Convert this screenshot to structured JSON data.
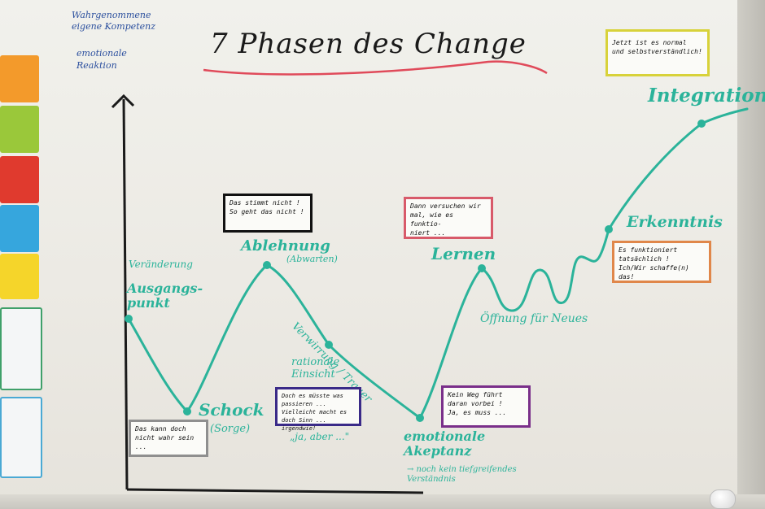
{
  "board": {
    "title": "7 Phasen des Change",
    "y_axis_top": "Wahrgenommene\neigene Kompetenz",
    "y_axis_bottom": "emotionale\nReaktion"
  },
  "phases": [
    {
      "id": "ausgang",
      "label": "Ausgangs-\npunkt",
      "sublabel": "Veränderung"
    },
    {
      "id": "schock",
      "label": "Schock",
      "sublabel": "(Sorge)"
    },
    {
      "id": "ablehnung",
      "label": "Ablehnung",
      "sublabel": "(Abwarten)"
    },
    {
      "id": "einsicht",
      "label": "rationale\nEinsicht",
      "sublabel": "„ja, aber ...\""
    },
    {
      "id": "akzeptanz",
      "label": "emotionale\nAkeptanz",
      "sublabel": "→ noch kein tiefgreifendes\nVerständnis"
    },
    {
      "id": "lernen",
      "label": "Lernen",
      "sublabel": "Öffnung für Neues"
    },
    {
      "id": "erkenntnis",
      "label": "Erkenntnis",
      "sublabel": ""
    },
    {
      "id": "integration",
      "label": "Integration",
      "sublabel": ""
    }
  ],
  "curve_annotation": "Verwirrung / Trauer",
  "cards": [
    {
      "id": "card-schock",
      "text": "Das kann doch\nnicht wahr sein ...",
      "color": "#8f8f8f"
    },
    {
      "id": "card-ablehnung",
      "text": "Das stimmt nicht !\nSo geht das nicht !",
      "color": "#111111"
    },
    {
      "id": "card-einsicht",
      "text": "Doch es müsste was\npassieren ...\nVielleicht macht es\ndoch Sinn ... irgendwie!",
      "color": "#3a2a88"
    },
    {
      "id": "card-lernen",
      "text": "Dann versuchen wir\nmal, wie es funktio-\nniert ...",
      "color": "#d85a6a"
    },
    {
      "id": "card-akzeptanz",
      "text": "Kein Weg führt\ndaran vorbei !\nJa, es muss ...",
      "color": "#7a2f8a"
    },
    {
      "id": "card-erkenntnis",
      "text": "Es funktioniert\ntatsächlich !\nIch/Wir schaffe(n) das!",
      "color": "#e0874a"
    },
    {
      "id": "card-integration",
      "text": "Jetzt ist es normal\nund selbstverständlich!",
      "color": "#d8d23a"
    }
  ],
  "swatches": [
    {
      "color": "#f39a2b"
    },
    {
      "color": "#9ac83a"
    },
    {
      "color": "#e03a2e"
    },
    {
      "color": "#36a6dd"
    },
    {
      "color": "#f5d52a"
    },
    {
      "color": "#3fa06a",
      "outline": true
    },
    {
      "color": "#4aa9d4",
      "outline": true
    }
  ],
  "colors": {
    "marker_green": "#2bb39a",
    "marker_blue": "#2b4f9e",
    "title_black": "#1a1a1a",
    "underline_red": "#e04a5a"
  }
}
